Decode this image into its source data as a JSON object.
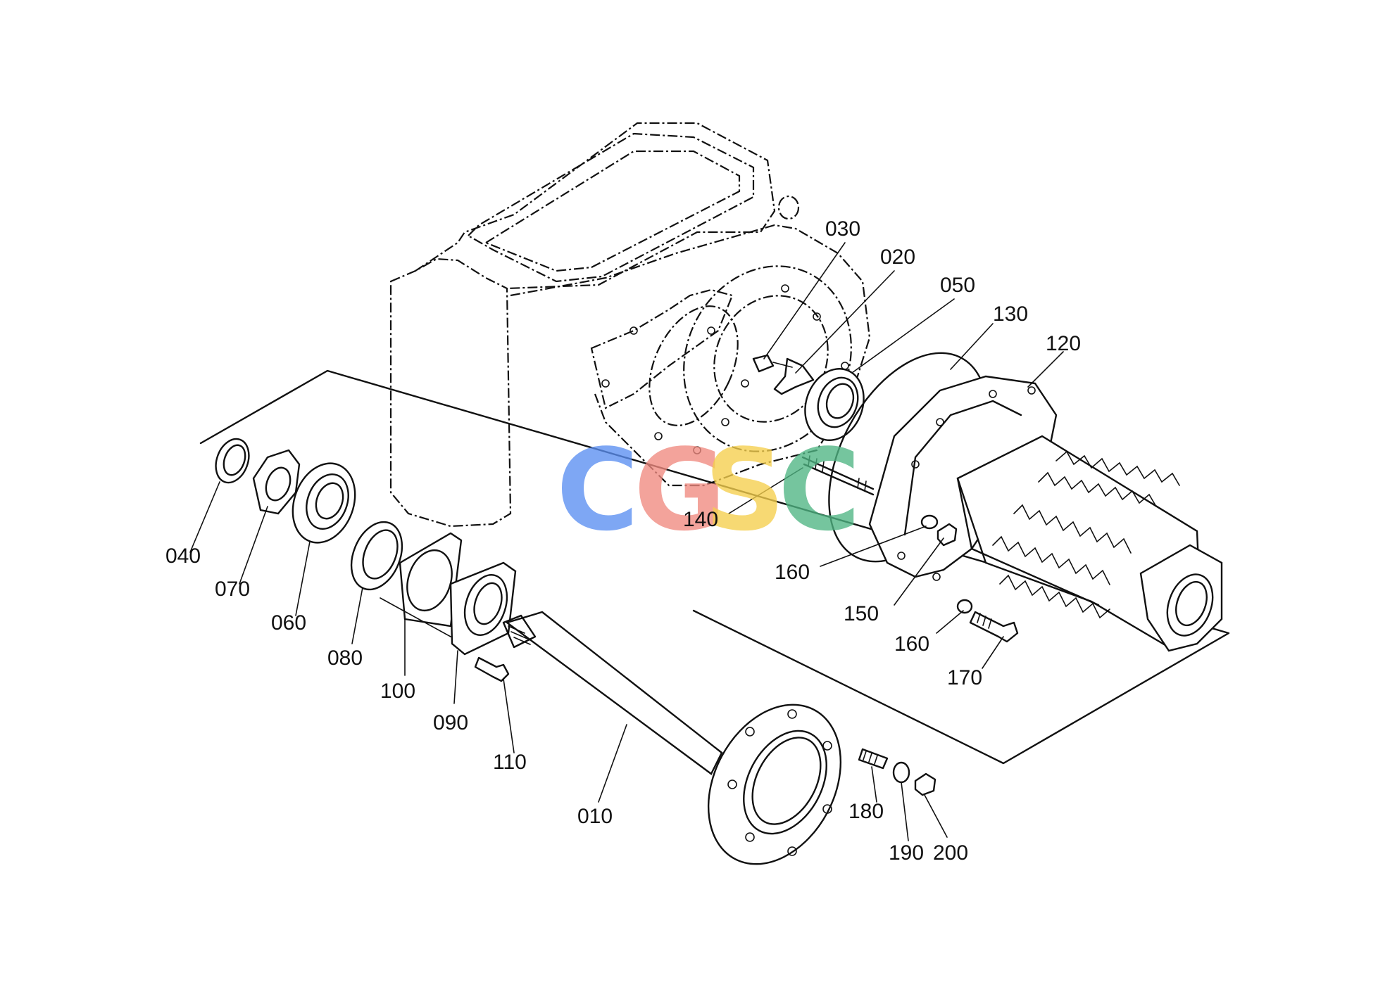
{
  "watermark": {
    "letters": [
      "C",
      "G",
      "S",
      "C"
    ],
    "colors": [
      "#5b8ff2",
      "#f08a80",
      "#f5cf4c",
      "#4fb583"
    ]
  },
  "callouts": [
    "010",
    "020",
    "030",
    "040",
    "050",
    "060",
    "070",
    "080",
    "090",
    "100",
    "110",
    "120",
    "130",
    "140",
    "150",
    "160",
    "160",
    "170",
    "180",
    "190",
    "200"
  ]
}
